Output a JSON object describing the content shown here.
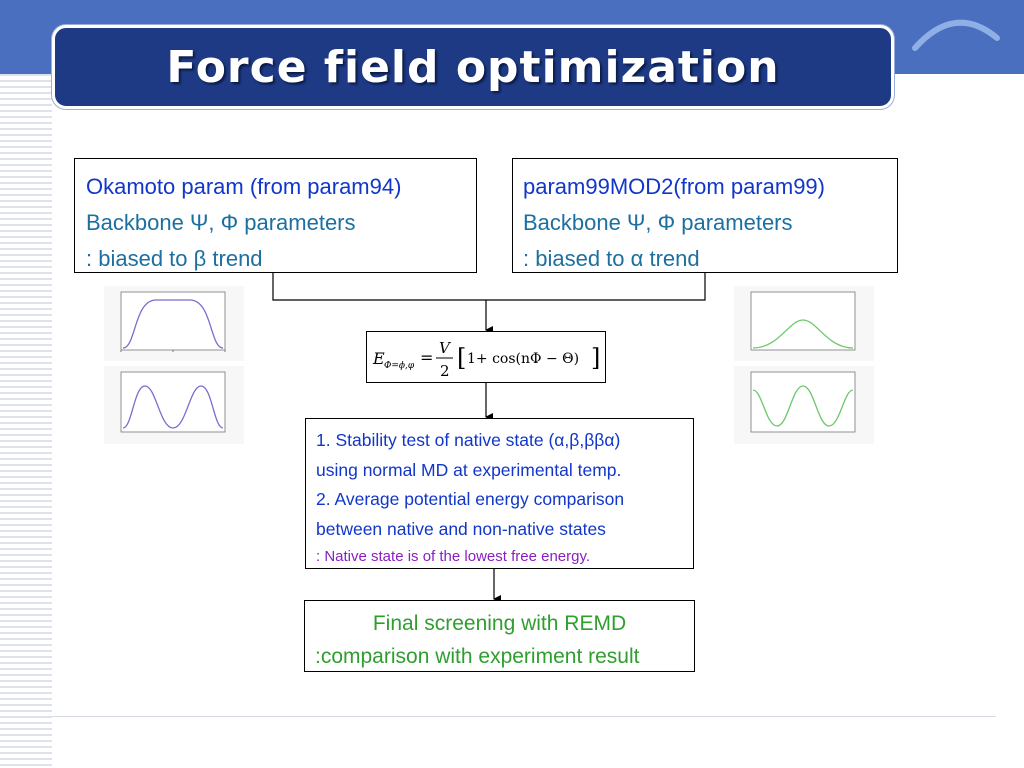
{
  "slide": {
    "title": "Force field optimization"
  },
  "left_box": {
    "line1": "Okamoto param (from param94)",
    "line2": "Backbone Ψ, Φ parameters",
    "line3": ": biased to β trend"
  },
  "right_box": {
    "line1": "param99MOD2(from param99)",
    "line2": "Backbone Ψ, Φ parameters",
    "line3": ": biased to α trend"
  },
  "formula": {
    "lhs": "E",
    "lhs_sub": "Φ=ϕ,φ",
    "equals": "=",
    "numerator": "V",
    "denominator": "2",
    "bracket_open": "[",
    "body": "1+ cos(nΦ − Θ)",
    "bracket_close": "]"
  },
  "tests_box": {
    "line1": "1. Stability test of native state (α,β,ββα)",
    "line2": "using normal MD at experimental temp.",
    "line3": "2. Average potential energy comparison",
    "line4": "between native and non-native states",
    "line5": ": Native state is of the lowest free energy."
  },
  "final_box": {
    "line1": "Final screening with REMD",
    "line2": ":comparison with experiment result"
  },
  "colors": {
    "header_band": "#4a6fbe",
    "title_box": "#1f3a85",
    "blue_text": "#1136c9",
    "teal_text": "#1c6fa0",
    "purple_text": "#8a1ec2",
    "green_text": "#2f9e2f",
    "left_curve": "#7a6ccf",
    "right_curve": "#6cc86c"
  }
}
